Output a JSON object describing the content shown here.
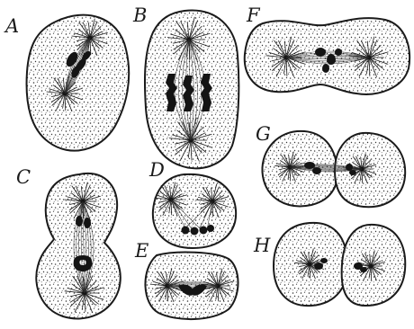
{
  "figure": {
    "panels": [
      {
        "id": "A",
        "label": "A"
      },
      {
        "id": "B",
        "label": "B"
      },
      {
        "id": "C",
        "label": "C"
      },
      {
        "id": "D",
        "label": "D"
      },
      {
        "id": "E",
        "label": "E"
      },
      {
        "id": "F",
        "label": "F"
      },
      {
        "id": "G",
        "label": "G"
      },
      {
        "id": "H",
        "label": "H"
      }
    ]
  }
}
